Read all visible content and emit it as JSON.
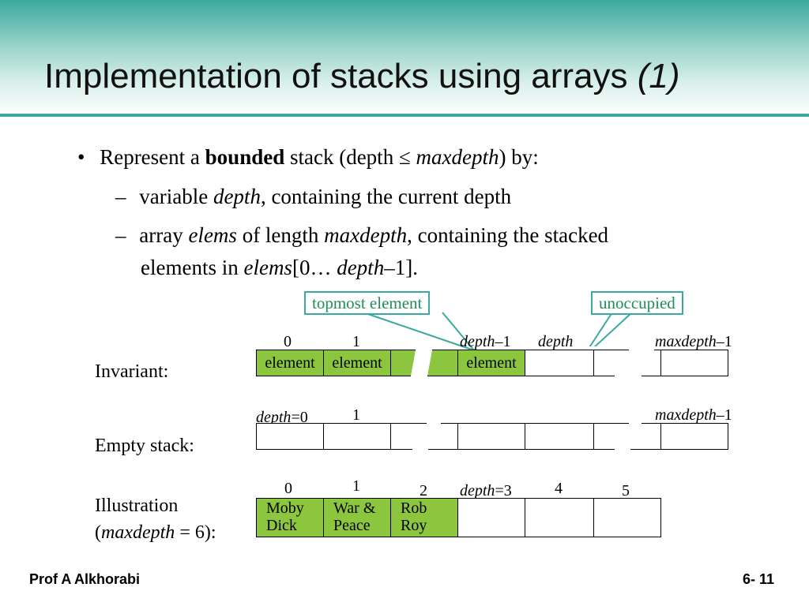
{
  "title": {
    "main": "Implementation of stacks using arrays ",
    "suffix": "(1)"
  },
  "bullets": {
    "b1": {
      "mark": "•",
      "a": "Represent a ",
      "bold": "bounded",
      "b": " stack (depth ≤ ",
      "it": "maxdepth",
      "c": ") by:"
    },
    "b2": {
      "mark": "–",
      "a": "variable ",
      "it": "depth",
      "b": ", containing the current depth"
    },
    "b3": {
      "mark": "–",
      "a": "array ",
      "it1": "elems",
      "b": " of length ",
      "it2": "maxdepth",
      "c": ", containing the stacked"
    },
    "b3cont": {
      "a": "elements in ",
      "it1": "elems",
      "b": "[0… ",
      "it2": "depth",
      "c": "–1]."
    }
  },
  "callouts": {
    "topmost": "topmost element",
    "unoccupied": "unoccupied"
  },
  "invariant": {
    "label": "Invariant:",
    "idx0": "0",
    "idx1": "1",
    "idx_depth_m1_it": "depth",
    "idx_depth_m1_rest": "–1",
    "idx_depth": "depth",
    "idx_max_it": "maxdepth",
    "idx_max_rest": "–1",
    "cell": "element"
  },
  "empty": {
    "label": "Empty stack:",
    "idx_depth_it": "depth",
    "idx_depth_rest": "=0",
    "idx1": "1",
    "idx_max_it": "maxdepth",
    "idx_max_rest": "–1"
  },
  "illustration": {
    "label1": "Illustration",
    "label2_a": "(",
    "label2_it": "maxdepth",
    "label2_b": " = 6):",
    "idx0": "0",
    "idx1": "1",
    "idx2": "2",
    "idx3_it": "depth",
    "idx3_rest": "=3",
    "idx4": "4",
    "idx5": "5",
    "items": [
      {
        "l1": "Moby",
        "l2": "Dick"
      },
      {
        "l1": "War &",
        "l2": "Peace"
      },
      {
        "l1": "Rob",
        "l2": "Roy"
      }
    ]
  },
  "footer": {
    "author": "Prof A Alkhorabi",
    "page": "6- 11"
  },
  "colors": {
    "accent": "#3aa9a0",
    "filled": "#8cc63f",
    "callout_text": "#1f8f5a"
  }
}
